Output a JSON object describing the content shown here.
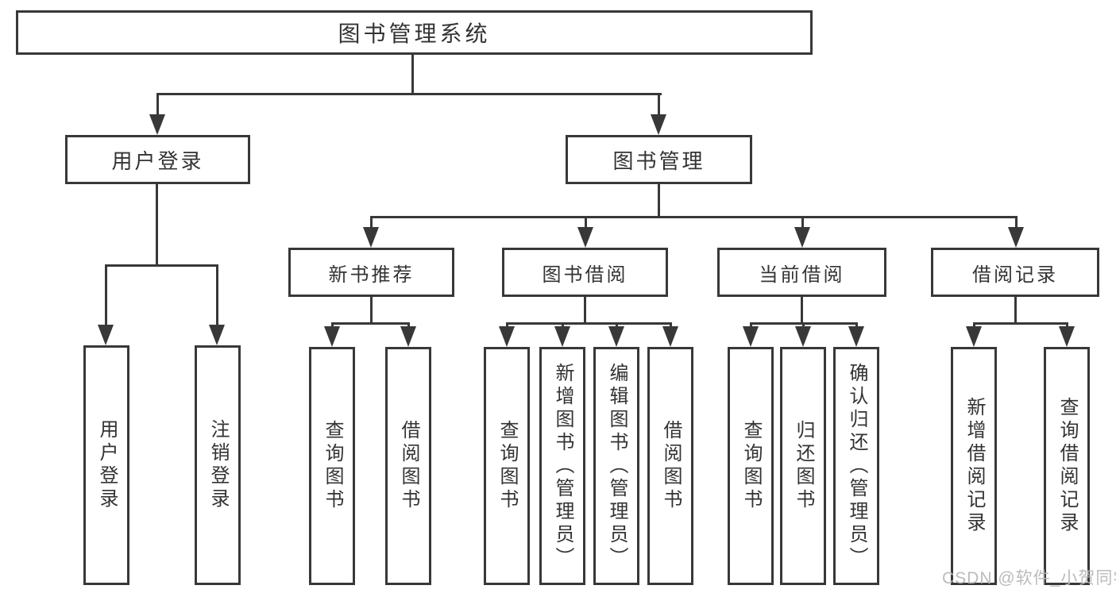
{
  "diagram": {
    "root": {
      "label": "图书管理系统"
    },
    "level2": [
      {
        "label": "用户登录"
      },
      {
        "label": "图书管理"
      }
    ],
    "level3": [
      {
        "label": "新书推荐"
      },
      {
        "label": "图书借阅"
      },
      {
        "label": "当前借阅"
      },
      {
        "label": "借阅记录"
      }
    ],
    "leaves": {
      "login": [
        {
          "label": "用户登录"
        },
        {
          "label": "注销登录"
        }
      ],
      "newbook": [
        {
          "label": "查询图书"
        },
        {
          "label": "借阅图书"
        }
      ],
      "borrow": [
        {
          "label": "查询图书"
        },
        {
          "label": "新增图书（管理员）"
        },
        {
          "label": "编辑图书（管理员）"
        },
        {
          "label": "借阅图书"
        }
      ],
      "current": [
        {
          "label": "查询图书"
        },
        {
          "label": "归还图书"
        },
        {
          "label": "确认归还（管理员）"
        }
      ],
      "records": [
        {
          "label": "新增借阅记录"
        },
        {
          "label": "查询借阅记录"
        }
      ]
    },
    "watermark": "CSDN @软件_小贺同学"
  },
  "colors": {
    "line": "#383838",
    "text": "#333333",
    "watermark": "#b8b8b8",
    "background": "#ffffff"
  }
}
